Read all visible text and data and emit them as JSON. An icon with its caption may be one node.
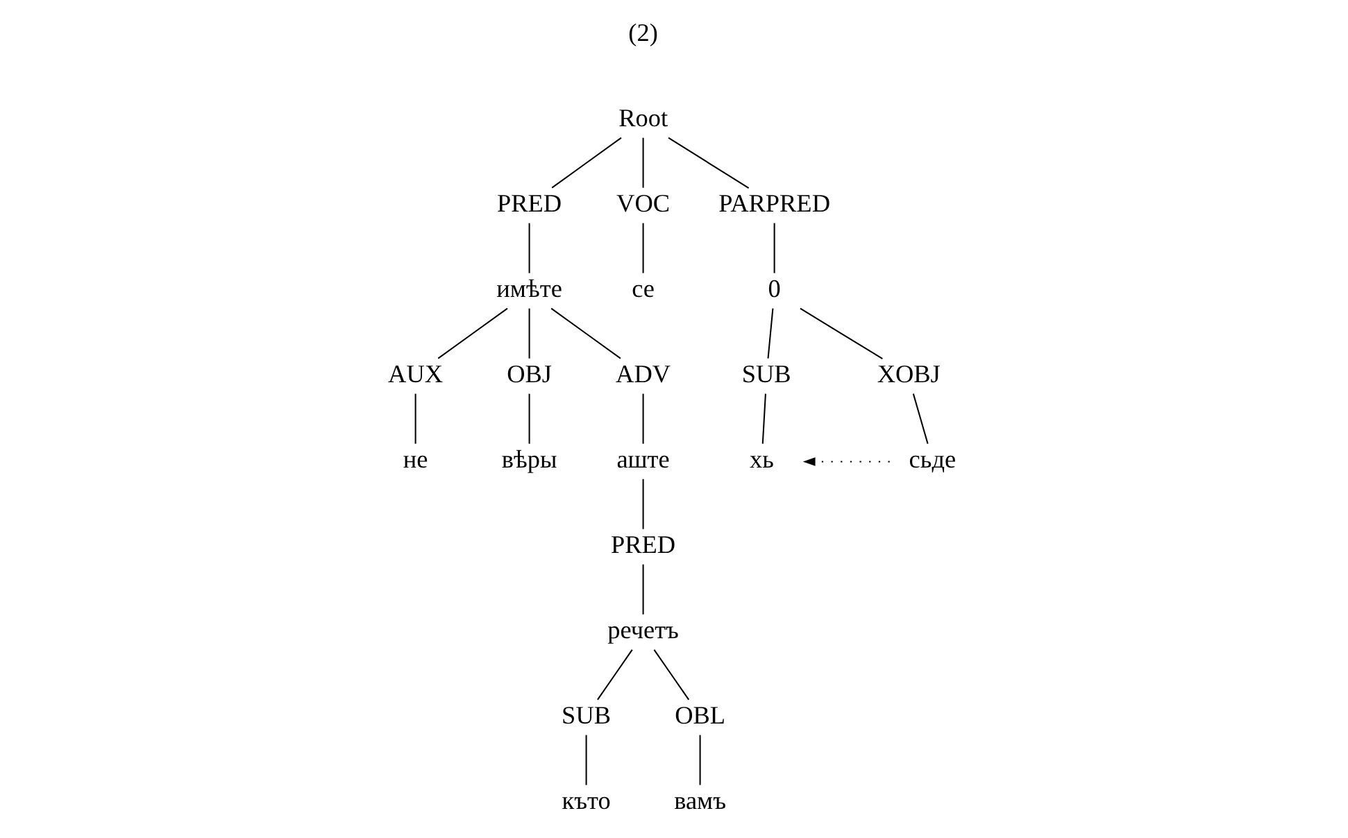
{
  "diagram": {
    "nodes": [
      {
        "text": [
          "Root"
        ]
      },
      {
        "text": [
          "PRED"
        ]
      },
      {
        "text": [
          "VOC"
        ]
      },
      {
        "text": [
          "PARPRED"
        ]
      },
      {
        "text": [
          "имѣте"
        ]
      },
      {
        "text": [
          "се"
        ]
      },
      {
        "text": [
          "0"
        ]
      },
      {
        "text": [
          "AUX"
        ]
      },
      {
        "text": [
          "OBJ"
        ]
      },
      {
        "text": [
          "ADV"
        ]
      },
      {
        "text": [
          "не"
        ]
      },
      {
        "text": [
          "вѣры"
        ]
      },
      {
        "text": [
          "аште"
        ]
      },
      {
        "text": [
          "PRED"
        ]
      },
      {
        "text": [
          "речетъ"
        ]
      },
      {
        "text": [
          "SUB"
        ]
      },
      {
        "text": [
          "OBL"
        ]
      },
      {
        "text": [
          "къто"
        ]
      },
      {
        "text": [
          "вамъ"
        ]
      },
      {
        "text": [
          "SUB"
        ]
      },
      {
        "text": [
          "XOBJ"
        ]
      },
      {
        "text": [
          "хь"
        ]
      },
      {
        "text": [
          "сьде"
        ]
      }
    ],
    "edges": [
      {
        "from": 0,
        "to": 1,
        "arrow": "none"
      },
      {
        "from": 0,
        "to": 2,
        "arrow": "none"
      },
      {
        "from": 0,
        "to": 3,
        "arrow": "none"
      },
      {
        "from": 1,
        "to": 4,
        "arrow": "none"
      },
      {
        "from": 2,
        "to": 5,
        "arrow": "none"
      },
      {
        "from": 3,
        "to": 6,
        "arrow": "none"
      },
      {
        "from": 4,
        "to": 7,
        "arrow": "none"
      },
      {
        "from": 4,
        "to": 8,
        "arrow": "none"
      },
      {
        "from": 4,
        "to": 9,
        "arrow": "none"
      },
      {
        "from": 7,
        "to": 10,
        "arrow": "none"
      },
      {
        "from": 8,
        "to": 11,
        "arrow": "none"
      },
      {
        "from": 9,
        "to": 12,
        "arrow": "none"
      },
      {
        "from": 12,
        "to": 13,
        "arrow": "none"
      },
      {
        "from": 13,
        "to": 14,
        "arrow": "none"
      },
      {
        "from": 14,
        "to": 15,
        "arrow": "none"
      },
      {
        "from": 14,
        "to": 16,
        "arrow": "none"
      },
      {
        "from": 15,
        "to": 17,
        "arrow": "none"
      },
      {
        "from": 16,
        "to": 18,
        "arrow": "none"
      },
      {
        "from": 6,
        "to": 19,
        "arrow": "none"
      },
      {
        "from": 6,
        "to": 20,
        "arrow": "none"
      },
      {
        "from": 19,
        "to": 21,
        "arrow": "none"
      },
      {
        "from": 20,
        "to": 22,
        "arrow": "none"
      },
      {
        "from": 22,
        "to": 21,
        "arrow": "to",
        "style": "dashed"
      }
    ],
    "labels": [
      "(2)"
    ]
  }
}
